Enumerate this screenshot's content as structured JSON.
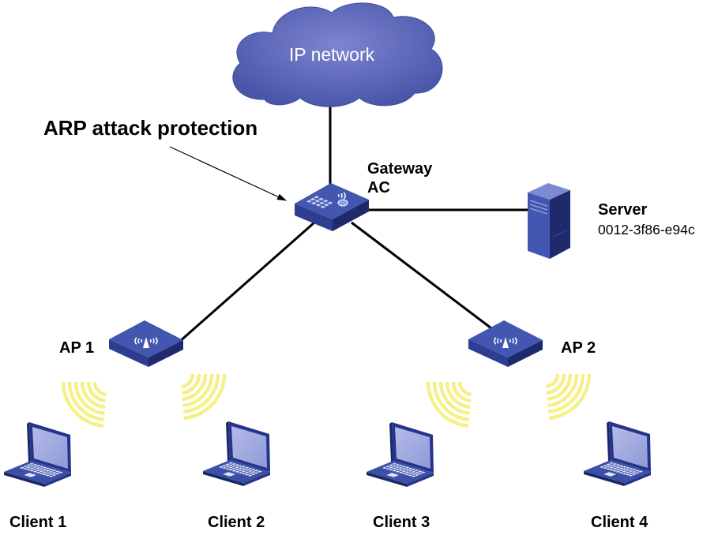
{
  "diagram": {
    "cloud": {
      "label": "IP network"
    },
    "annotation": {
      "text": "ARP attack protection"
    },
    "gateway": {
      "line1": "Gateway",
      "line2": "AC"
    },
    "server": {
      "label": "Server",
      "mac": "0012-3f86-e94c"
    },
    "access_points": [
      {
        "label": "AP 1"
      },
      {
        "label": "AP 2"
      }
    ],
    "clients": [
      {
        "label": "Client 1"
      },
      {
        "label": "Client 2"
      },
      {
        "label": "Client 3"
      },
      {
        "label": "Client 4"
      }
    ]
  },
  "icons": {
    "network": "cloud-icon",
    "gateway": "access-controller-icon",
    "server": "server-icon",
    "access_point": "wireless-access-point-icon",
    "client": "laptop-icon",
    "wireless": "wireless-signal-icon"
  },
  "colors": {
    "device_top": "#4357b0",
    "device_side_left": "#2d3d92",
    "device_side_right": "#1e2a6c",
    "cloud_light": "#7c85d0",
    "cloud_dark": "#4a55a9",
    "link": "#000000",
    "wireless": "#f6f08a",
    "screen": "#8f99d8",
    "label_text": "#000000"
  }
}
